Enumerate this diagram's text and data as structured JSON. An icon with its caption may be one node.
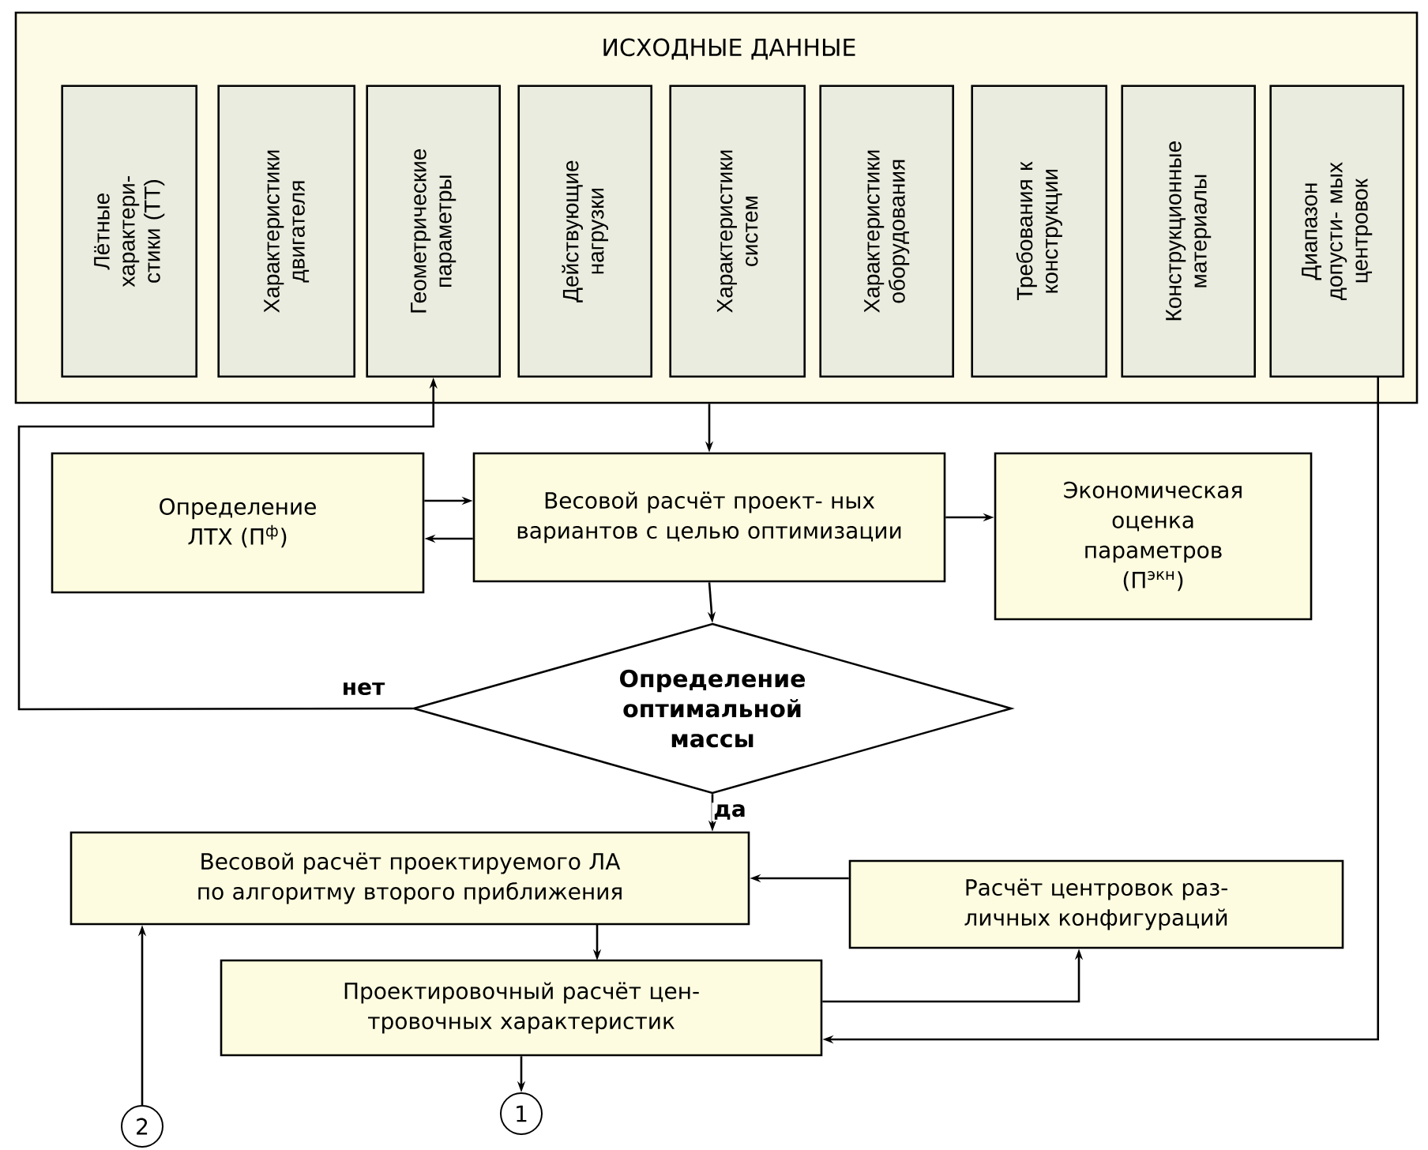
{
  "diagram": {
    "nodes": [
      {
        "text": [
          "ИСХОДНЫЕ ДАННЫЕ"
        ]
      },
      {
        "text": [
          "Лётные характери- стики (ТТ)"
        ],
        "in": 0
      },
      {
        "text": [
          "Характеристики двигателя"
        ],
        "in": 0
      },
      {
        "text": [
          "Геометрические параметры"
        ],
        "in": 0
      },
      {
        "text": [
          "Действующие нагрузки"
        ],
        "in": 0
      },
      {
        "text": [
          "Характеристики систем"
        ],
        "in": 0
      },
      {
        "text": [
          "Характеристики оборудования"
        ],
        "in": 0
      },
      {
        "text": [
          "Требования к конструкции"
        ],
        "in": 0
      },
      {
        "text": [
          "Конструкционные материалы"
        ],
        "in": 0
      },
      {
        "text": [
          "Диапазон допусти- мых центровок"
        ],
        "in": 0
      },
      {
        "text": [
          "Определение ЛТХ (П$^{ф}$)"
        ]
      },
      {
        "text": [
          "Весовой расчёт проект- ных вариантов с целью оптимизации"
        ]
      },
      {
        "text": [
          "Экономическая оценка параметров (П$^{экн}$)"
        ]
      },
      {
        "text": [
          "Определение оптимальной массы"
        ]
      },
      {
        "text": [
          "Весовой расчёт проектируемого ЛА по алгоритму второго приближения"
        ]
      },
      {
        "text": [
          "Расчёт центровок раз- личных конфигураций"
        ]
      },
      {
        "text": [
          "Проектировочный расчёт цен- тровочных характеристик"
        ]
      },
      {
        "text": [
          "1"
        ]
      },
      {
        "text": [
          "2"
        ]
      }
    ],
    "edges": [
      {
        "from": 0,
        "to": 11,
        "arrow": "to"
      },
      {
        "from": 10,
        "to": 11,
        "arrow": "to"
      },
      {
        "from": 11,
        "to": 10,
        "arrow": "to"
      },
      {
        "from": 11,
        "to": 12,
        "arrow": "to"
      },
      {
        "from": 11,
        "to": 13,
        "arrow": "to"
      },
      {
        "from": 13,
        "to": 3,
        "arrow": "to",
        "label": "нет"
      },
      {
        "from": 13,
        "to": 14,
        "arrow": "to",
        "label": "да"
      },
      {
        "from": 15,
        "to": 14,
        "arrow": "to"
      },
      {
        "from": 14,
        "to": 16,
        "arrow": "to"
      },
      {
        "from": 16,
        "to": 15,
        "arrow": "to"
      },
      {
        "from": 9,
        "to": 16,
        "arrow": "to"
      },
      {
        "from": 16,
        "to": 17,
        "arrow": "to"
      },
      {
        "from": 18,
        "to": 14,
        "arrow": "to"
      }
    ]
  }
}
